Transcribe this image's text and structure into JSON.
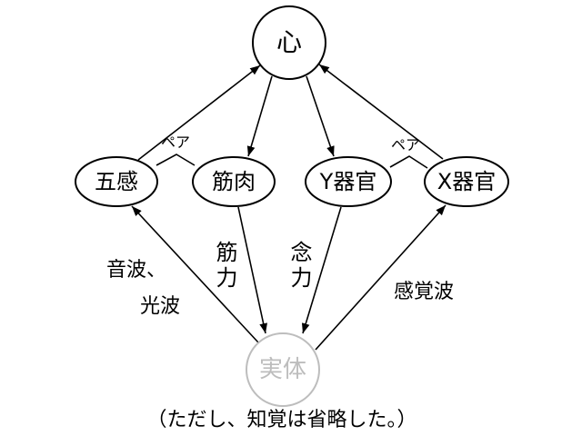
{
  "nodes": {
    "mind": "心",
    "five_senses": "五感",
    "muscle": "筋肉",
    "y_organ": "Y器官",
    "x_organ": "X器官",
    "entity": "実体"
  },
  "edge_labels": {
    "pair_left": "ペア",
    "pair_right": "ペア",
    "muscle_force": "筋力",
    "psychokinesis": "念力",
    "sound_light_line1": "音波、",
    "sound_light_line2": "光波",
    "sense_wave": "感覚波"
  },
  "caption": "（ただし、知覚は省略した。）",
  "colors": {
    "ink": "#000000",
    "entity": "#bdbdbd"
  }
}
